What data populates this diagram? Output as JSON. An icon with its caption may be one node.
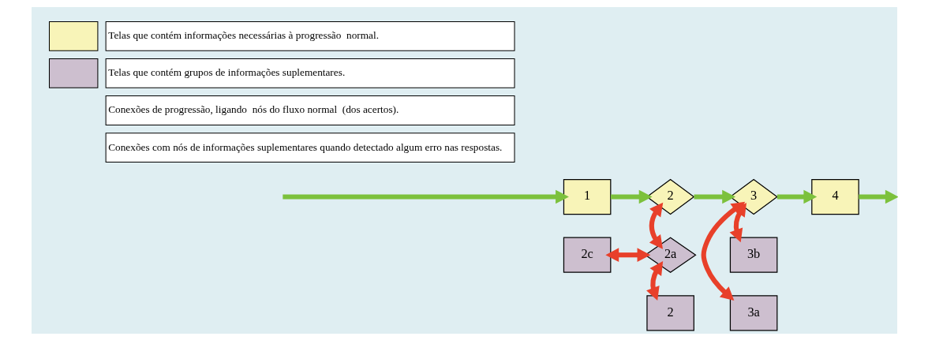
{
  "diagram": {
    "nodes": [
      {
        "text": [
          "1"
        ]
      },
      {
        "text": [
          "2"
        ]
      },
      {
        "text": [
          "3"
        ]
      },
      {
        "text": [
          "4"
        ]
      },
      {
        "text": [
          "3a"
        ]
      },
      {
        "text": [
          "3b"
        ]
      },
      {
        "text": [
          "2a"
        ]
      },
      {
        "text": [
          "2c"
        ]
      },
      {
        "text": [
          "2"
        ]
      }
    ],
    "edges": [
      {
        "from": null,
        "to": 0,
        "arrow": "to"
      },
      {
        "from": 0,
        "to": 1,
        "arrow": "to"
      },
      {
        "from": 1,
        "to": 2,
        "arrow": "to"
      },
      {
        "from": 2,
        "to": 3,
        "arrow": "to"
      },
      {
        "from": 3,
        "to": null,
        "arrow": "to"
      },
      {
        "from": 2,
        "to": 4,
        "arrow": "both",
        "color": "#e8402a"
      },
      {
        "from": 2,
        "to": 5,
        "arrow": "both",
        "color": "#e8402a"
      },
      {
        "from": 1,
        "to": 6,
        "arrow": "both",
        "color": "#e8402a"
      },
      {
        "from": 6,
        "to": 7,
        "arrow": "both",
        "color": "#e8402a"
      },
      {
        "from": 6,
        "to": 8,
        "arrow": "both",
        "color": "#e8402a"
      }
    ],
    "legend": [
      {
        "text": "Telas que contém informações necessárias à progressão  normal.",
        "color": "#f8f4b8"
      },
      {
        "text": "Telas que contém grupos de informações suplementares.",
        "color": "#cdbfcf"
      },
      {
        "text": "Conexões de progressão, ligando  nós do fluxo normal  (dos acertos)."
      },
      {
        "text": "Conexões com nós de informações suplementares quando detectado algum erro nas respostas."
      }
    ]
  }
}
